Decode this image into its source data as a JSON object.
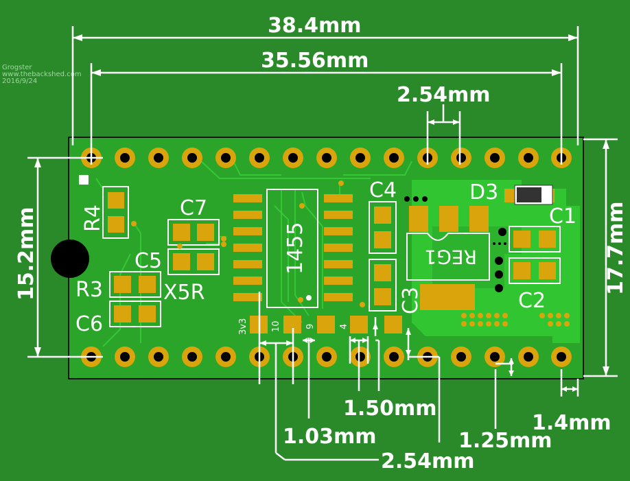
{
  "credit": {
    "author": "Grogster",
    "site": "www.thebackshed.com",
    "date": "2016/9/24"
  },
  "dimensions": {
    "overall_width": "38.4mm",
    "pin_span": "35.56mm",
    "pitch_top": "2.54mm",
    "row_spacing": "15.2mm",
    "overall_height": "17.7mm",
    "pitch_bottom": "2.54mm",
    "pad_a": "1.50mm",
    "pad_b": "1.03mm",
    "pad_c": "1.25mm",
    "edge_offset": "1.4mm"
  },
  "components": {
    "r4": "R4",
    "c7": "C7",
    "c5": "C5",
    "x5r": "X5R",
    "r3": "R3",
    "c6": "C6",
    "c4": "C4",
    "c3": "C3",
    "d3": "D3",
    "c1": "C1",
    "c2": "C2",
    "reg": "REG1",
    "ic": "1455",
    "pin_3v3": "3v3",
    "pin_10": "10",
    "pin_9": "9",
    "pin_4": "4"
  },
  "colors": {
    "board": "#2a8a2a",
    "pcb": "#2aa52a",
    "copper": "#31c631",
    "pad": "#d9a40c",
    "silkscreen": "#ffffff"
  }
}
